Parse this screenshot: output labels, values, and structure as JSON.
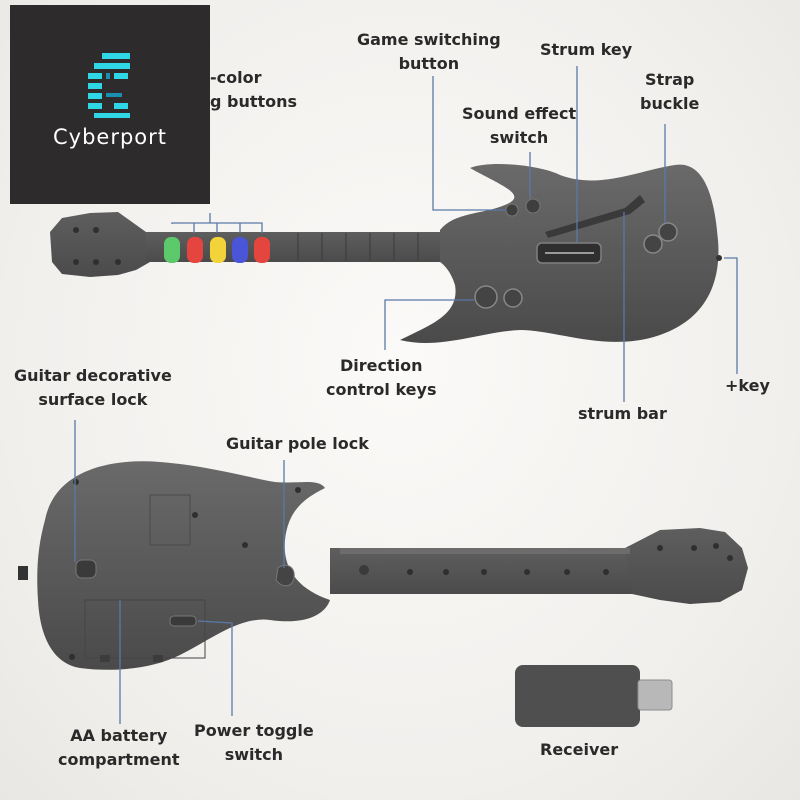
{
  "brand": {
    "name": "Cyberport"
  },
  "labels": {
    "five_color": {
      "line1": "-color",
      "line2": "g buttons"
    },
    "game_switching": {
      "line1": "Game switching",
      "line2": "button"
    },
    "strum_key": "Strum key",
    "strap_buckle": {
      "line1": "Strap",
      "line2": "buckle"
    },
    "sound_effect": {
      "line1": "Sound effect",
      "line2": "switch"
    },
    "direction": {
      "line1": "Direction",
      "line2": "control keys"
    },
    "plus_key": "+key",
    "strum_bar": "strum bar",
    "decorative_lock": {
      "line1": "Guitar decorative",
      "line2": "surface lock"
    },
    "pole_lock": "Guitar pole lock",
    "battery": {
      "line1": "AA battery",
      "line2": "compartment"
    },
    "power": {
      "line1": "Power toggle",
      "line2": "switch"
    },
    "receiver": "Receiver"
  },
  "colors": {
    "fret_buttons": [
      "#5cc96a",
      "#e4453e",
      "#f2d43a",
      "#4a55d8",
      "#e4453e"
    ],
    "leader": "#5a79a8",
    "guitar_body": "#565656",
    "logo_cyan": "#2fd6e6"
  }
}
